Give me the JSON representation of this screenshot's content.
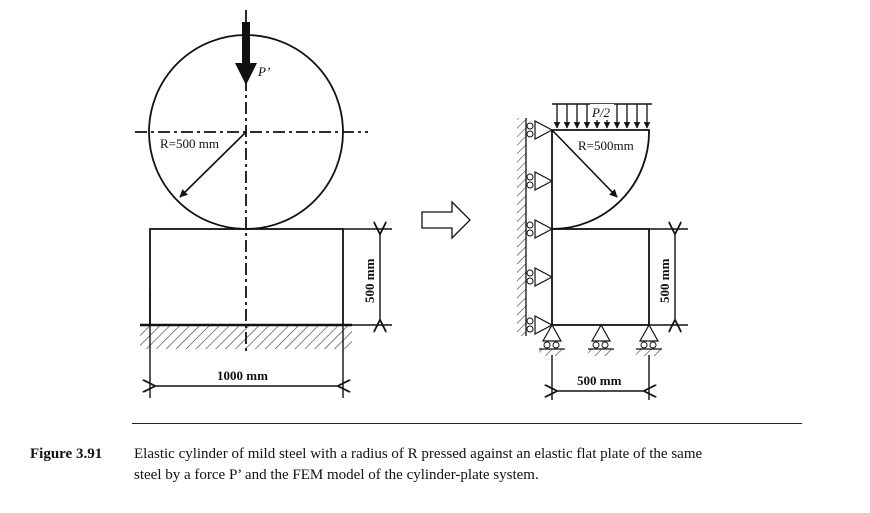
{
  "diagram": {
    "left": {
      "force_label": "P’",
      "radius_label": "R=500 mm",
      "height_label": "500 mm",
      "width_label": "1000 mm"
    },
    "right": {
      "load_label": "P/2",
      "radius_label": "R=500mm",
      "height_label": "500 mm",
      "width_label": "500 mm"
    }
  },
  "caption": {
    "label": "Figure 3.91",
    "text_line1": "Elastic cylinder of mild steel with a radius of R pressed against an elastic flat plate of the same",
    "text_line2": "steel by a force P’ and the FEM model of the cylinder-plate system."
  }
}
